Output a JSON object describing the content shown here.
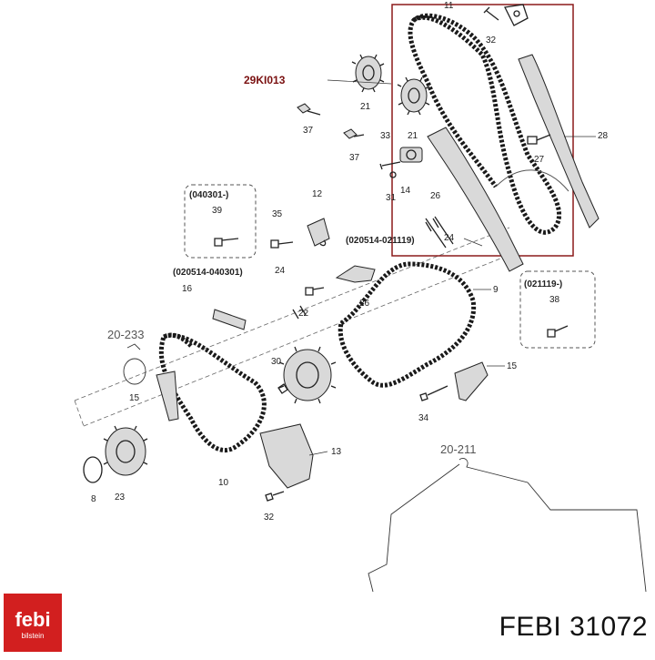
{
  "part_numbers": [
    "11",
    "32",
    "21",
    "37",
    "33",
    "28",
    "27",
    "31",
    "14",
    "26",
    "12",
    "39",
    "35",
    "24",
    "9",
    "16",
    "38",
    "22",
    "30",
    "15",
    "34",
    "13",
    "10",
    "8",
    "23",
    "32"
  ],
  "highlight_part": "29KI013",
  "date_codes": [
    "(040301-)",
    "(020514-040301)",
    "(020514-021119)",
    "(021119-)"
  ],
  "section_refs": [
    "20-233",
    "20-211"
  ],
  "brand": "FEBI 31072",
  "logo": {
    "text": "febi",
    "subtext": "bilstein",
    "color": "#d21f1f"
  },
  "colors": {
    "highlight_box": "#8b1a1a",
    "highlight_text": "#7a1010"
  }
}
